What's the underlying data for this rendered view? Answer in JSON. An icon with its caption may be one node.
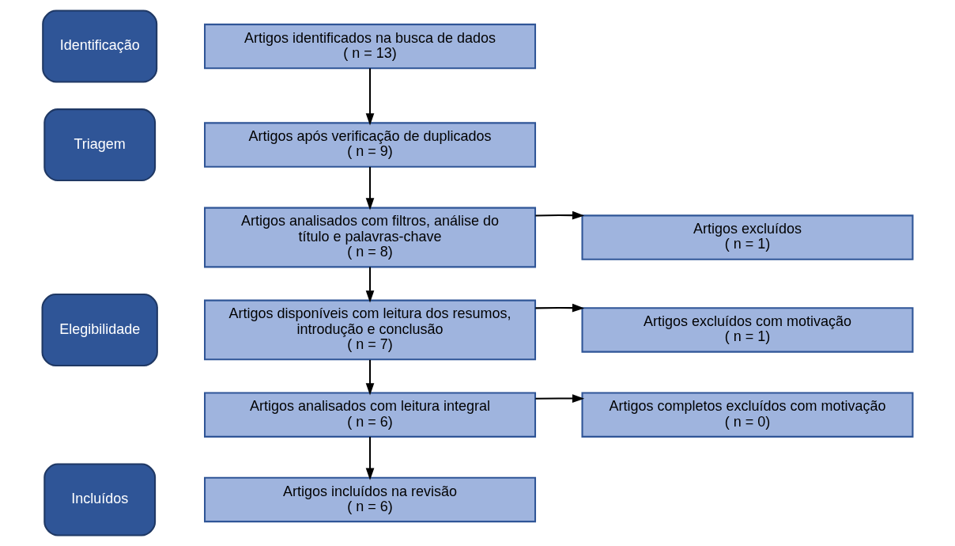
{
  "diagram": {
    "nodes": [
      {
        "text": [
          "Identificação"
        ]
      },
      {
        "text": [
          "Artigos identificados na busca de dados",
          "( n = 13)"
        ]
      },
      {
        "text": [
          "Triagem"
        ]
      },
      {
        "text": [
          "Artigos após verificação de duplicados",
          "( n = 9)"
        ]
      },
      {
        "text": [
          "Artigos analisados com filtros, análise do título e palavras-chave",
          "( n = 8)"
        ]
      },
      {
        "text": [
          "Artigos excluídos",
          "( n = 1)"
        ]
      },
      {
        "text": [
          "Elegibilidade"
        ]
      },
      {
        "text": [
          "Artigos disponíveis com leitura dos resumos, introdução e conclusão",
          "( n = 7)"
        ]
      },
      {
        "text": [
          "Artigos excluídos com motivação",
          "( n = 1)"
        ]
      },
      {
        "text": [
          "Artigos analisados com leitura integral",
          "( n = 6)"
        ]
      },
      {
        "text": [
          "Artigos completos excluídos com motivação",
          "( n = 0)"
        ]
      },
      {
        "text": [
          "Incluídos"
        ]
      },
      {
        "text": [
          "Artigos incluídos na revisão",
          "( n = 6)"
        ]
      }
    ],
    "edges": [
      {
        "from": 1,
        "to": 3,
        "arrow": "to"
      },
      {
        "from": 3,
        "to": 4,
        "arrow": "to"
      },
      {
        "from": 4,
        "to": 5,
        "arrow": "to"
      },
      {
        "from": 4,
        "to": 7,
        "arrow": "to"
      },
      {
        "from": 7,
        "to": 8,
        "arrow": "to"
      },
      {
        "from": 7,
        "to": 9,
        "arrow": "to"
      },
      {
        "from": 9,
        "to": 10,
        "arrow": "to"
      },
      {
        "from": 9,
        "to": 12,
        "arrow": "to"
      }
    ]
  }
}
